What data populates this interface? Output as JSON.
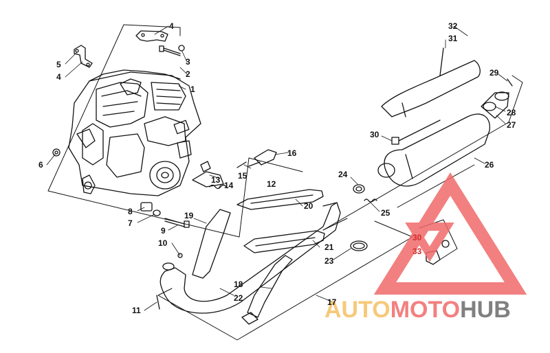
{
  "parts": [
    {
      "id": "n1",
      "label": "1"
    },
    {
      "id": "n2",
      "label": "2"
    },
    {
      "id": "n3",
      "label": "3"
    },
    {
      "id": "n4a",
      "label": "4"
    },
    {
      "id": "n4b",
      "label": "4"
    },
    {
      "id": "n5",
      "label": "5"
    },
    {
      "id": "n6",
      "label": "6"
    },
    {
      "id": "n7",
      "label": "7"
    },
    {
      "id": "n8",
      "label": "8"
    },
    {
      "id": "n9",
      "label": "9"
    },
    {
      "id": "n10",
      "label": "10"
    },
    {
      "id": "n11",
      "label": "11"
    },
    {
      "id": "n12",
      "label": "12"
    },
    {
      "id": "n13",
      "label": "13"
    },
    {
      "id": "n14",
      "label": "14"
    },
    {
      "id": "n15",
      "label": "15"
    },
    {
      "id": "n16",
      "label": "16"
    },
    {
      "id": "n17",
      "label": "17"
    },
    {
      "id": "n18",
      "label": "18"
    },
    {
      "id": "n19",
      "label": "19"
    },
    {
      "id": "n20",
      "label": "20"
    },
    {
      "id": "n21",
      "label": "21"
    },
    {
      "id": "n22",
      "label": "22"
    },
    {
      "id": "n23",
      "label": "23"
    },
    {
      "id": "n24",
      "label": "24"
    },
    {
      "id": "n25",
      "label": "25"
    },
    {
      "id": "n26",
      "label": "26"
    },
    {
      "id": "n27",
      "label": "27"
    },
    {
      "id": "n28",
      "label": "28"
    },
    {
      "id": "n29",
      "label": "29"
    },
    {
      "id": "n30a",
      "label": "30"
    },
    {
      "id": "n30b",
      "label": "30"
    },
    {
      "id": "n31",
      "label": "31"
    },
    {
      "id": "n32",
      "label": "32"
    },
    {
      "id": "n33",
      "label": "33"
    }
  ],
  "watermark": {
    "part1": "AUTO",
    "part2": "MOTO",
    "part3": "HUB",
    "color_primary": "#f5c063",
    "color_accent": "#f06a6a",
    "color_dark": "#6a6a6a"
  },
  "colors": {
    "line": "#111111",
    "background": "#ffffff"
  }
}
